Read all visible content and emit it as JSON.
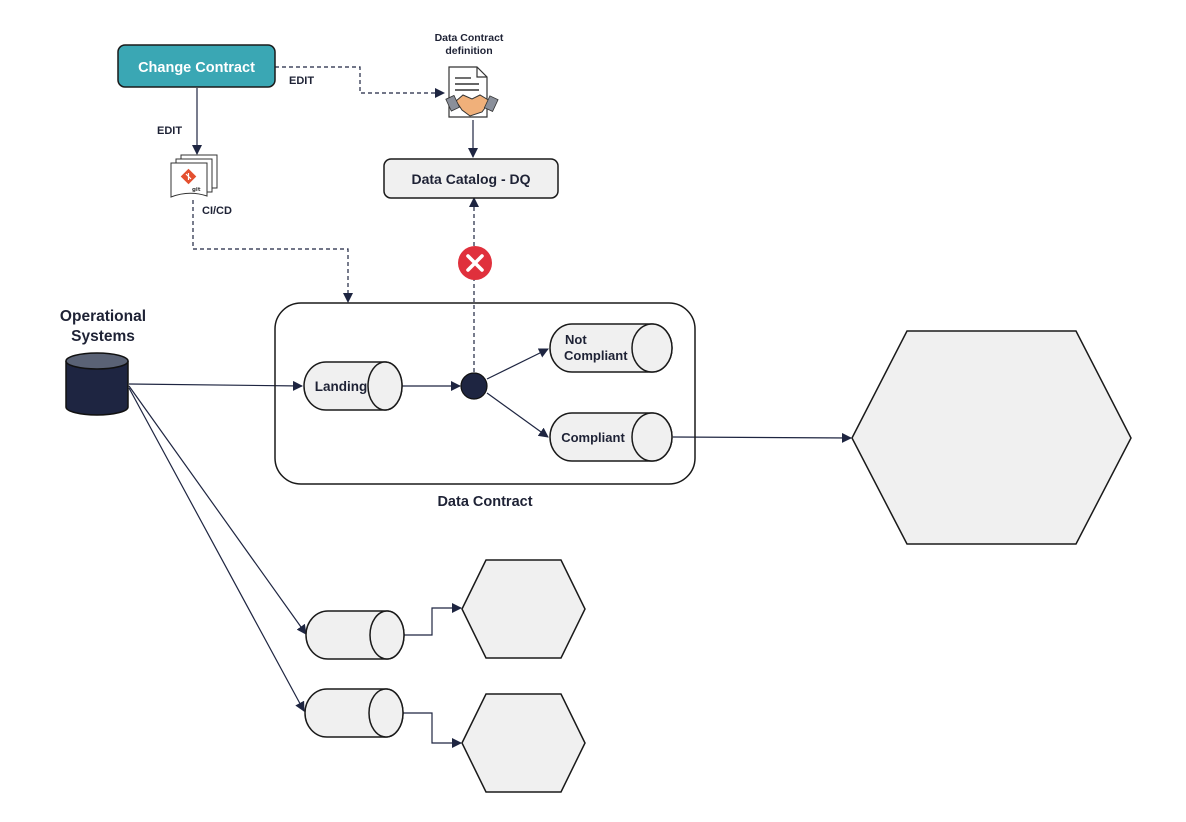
{
  "labels": {
    "change_contract": "Change Contract",
    "edit_right": "EDIT",
    "edit_down": "EDIT",
    "cicd": "CI/CD",
    "definition_line1": "Data Contract",
    "definition_line2": "definition",
    "data_catalog": "Data Catalog - DQ",
    "operational_line1": "Operational",
    "operational_line2": "Systems",
    "landing": "Landing",
    "not_compliant_line1": "Not",
    "not_compliant_line2": "Compliant",
    "compliant": "Compliant",
    "data_contract": "Data Contract",
    "git_badge": "git"
  },
  "colors": {
    "teal": "#3aa7b4",
    "navy": "#1e2541",
    "red": "#e0303c",
    "shape_fill": "#f0f0f0",
    "stroke": "#1a1a1a"
  },
  "icons": {
    "document": "contract-handshake-icon",
    "git": "git-files-icon",
    "error": "error-x-icon",
    "database": "database-icon"
  }
}
